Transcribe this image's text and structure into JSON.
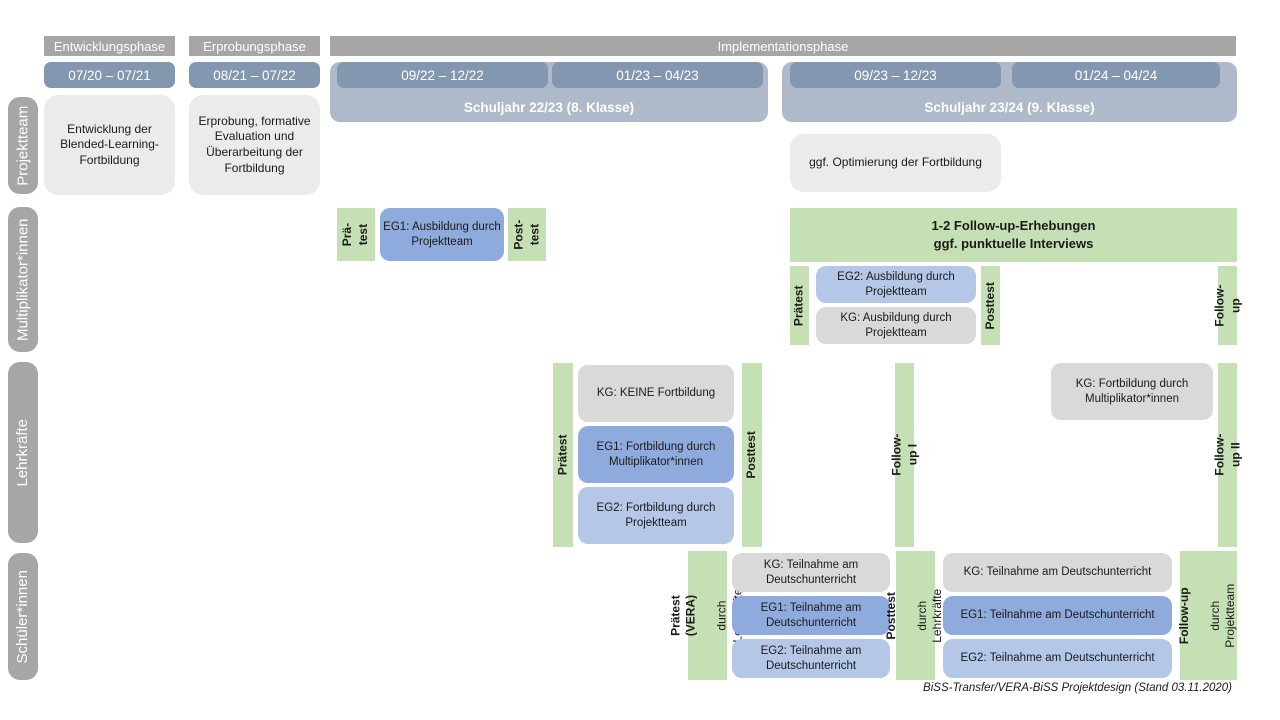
{
  "phases": {
    "entwicklung": "Entwicklungsphase",
    "erprobung": "Erprobungsphase",
    "implementation": "Implementationsphase"
  },
  "periods": {
    "p1": "07/20 – 07/21",
    "p2": "08/21 – 07/22",
    "p3": "09/22 – 12/22",
    "p4": "01/23 – 04/23",
    "p5": "09/23 – 12/23",
    "p6": "01/24 – 04/24"
  },
  "school_years": {
    "sy1": "Schuljahr 22/23 (8. Klasse)",
    "sy2": "Schuljahr 23/24 (9. Klasse)"
  },
  "row_labels": {
    "projektteam": "Projektteam",
    "multiplikatoren": "Multiplikator*innen",
    "lehrkraefte": "Lehrkräfte",
    "schueler": "Schüler*innen"
  },
  "projektteam": {
    "entwicklung": "Entwicklung der Blended-Learning-Fortbildung",
    "erprobung": "Erprobung, formative Evaluation und Überarbeitung der Fortbildung",
    "optimierung": "ggf. Optimierung der Fortbildung"
  },
  "multiplikatoren": {
    "praetest_split": "Prä-\ntest",
    "eg1": "EG1: Ausbildung durch Projektteam",
    "posttest_split": "Post-\ntest",
    "followup_box": "1-2 Follow-up-Erhebungen\nggf. punktuelle Interviews",
    "praetest": "Prätest",
    "eg2": "EG2: Ausbildung durch Projektteam",
    "kg": "KG: Ausbildung durch Projektteam",
    "posttest": "Posttest",
    "followup": "Follow-up"
  },
  "lehrkraefte": {
    "praetest": "Prätest",
    "kg": "KG: KEINE Fortbildung",
    "eg1": "EG1: Fortbildung durch Multiplikator*innen",
    "eg2": "EG2: Fortbildung durch Projektteam",
    "posttest": "Posttest",
    "followup1": "Follow-up I",
    "kg2": "KG: Fortbildung durch Multiplikator*innen",
    "followup2": "Follow-up II"
  },
  "schueler": {
    "praetest_bold": "Prätest (VERA)",
    "praetest_sub": "durch Lehrkräfte",
    "kg": "KG: Teilnahme am Deutschunterricht",
    "eg1": "EG1: Teilnahme am Deutschunterricht",
    "eg2": "EG2: Teilnahme am Deutschunterricht",
    "posttest_bold": "Posttest",
    "posttest_sub": "durch Lehrkräfte",
    "kg2": "KG: Teilnahme am Deutschunterricht",
    "eg1b": "EG1: Teilnahme am Deutschunterricht",
    "eg2b": "EG2: Teilnahme am Deutschunterricht",
    "followup_bold": "Follow-up",
    "followup_sub": "durch\nProjektteam"
  },
  "footer": "BiSS-Transfer/VERA-BiSS Projektdesign (Stand 03.11.2020)",
  "colors": {
    "phase_gray": "#a6a6a6",
    "period_blue": "#8497b0",
    "schoolyear_blue": "#aebaca",
    "box_lightgray": "#ebebeb",
    "green": "#c5e0b4",
    "eg1_blue": "#8faadc",
    "eg2_blue": "#b4c7e7",
    "kg_gray": "#d9d9d9"
  }
}
